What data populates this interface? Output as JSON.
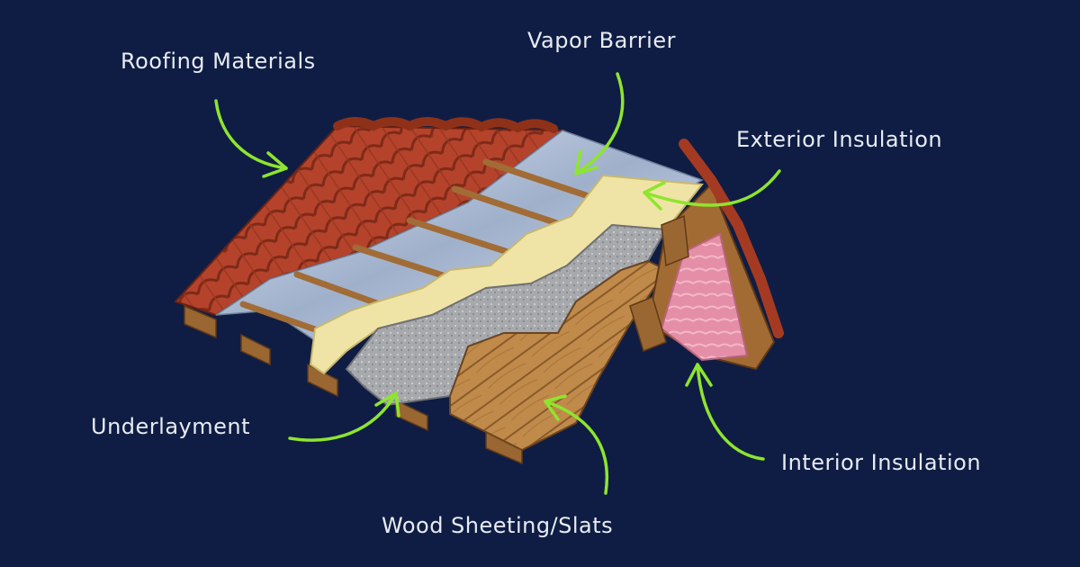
{
  "diagram": {
    "labels": {
      "roofing_materials": "Roofing Materials",
      "vapor_barrier": "Vapor Barrier",
      "exterior_insulation": "Exterior Insulation",
      "underlayment": "Underlayment",
      "interior_insulation": "Interior Insulation",
      "wood_sheeting": "Wood Sheeting/Slats"
    }
  },
  "colors": {
    "background": "#0f1d44",
    "arrow": "#8ee52e",
    "label_text": "#e8ebf2",
    "tile": "#b5432c",
    "tile_dark": "#7e2a18",
    "vapor_barrier": "#b7c4d8",
    "exterior_insulation": "#efe4a6",
    "underlayment": "#a7a9ad",
    "wood": "#c08a4a",
    "wood_dark": "#8a5a2a",
    "interior_insulation": "#e48fa7"
  }
}
